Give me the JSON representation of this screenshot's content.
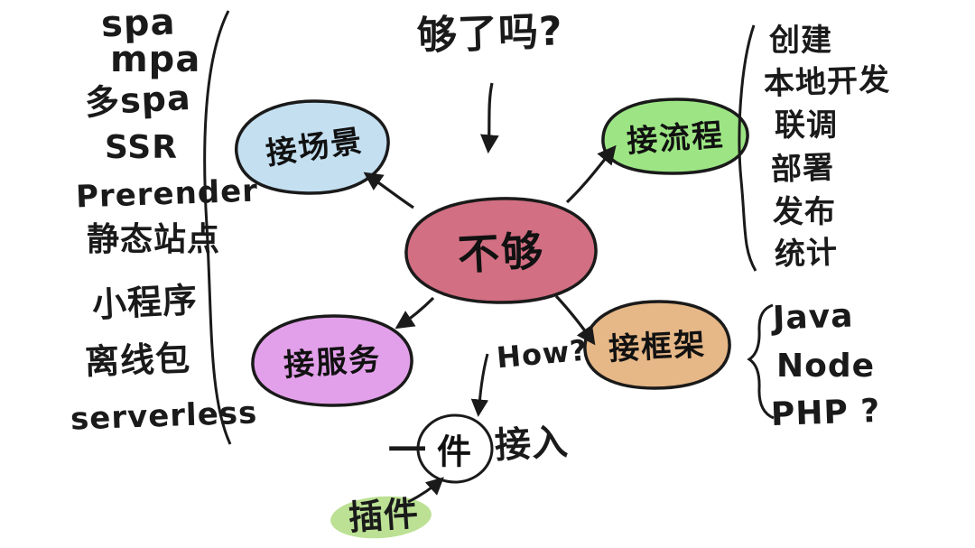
{
  "title": {
    "question": "够了吗?"
  },
  "center_node": {
    "label": "不够",
    "color": "#cd5f74"
  },
  "nodes": {
    "scenarios": {
      "label": "接场景",
      "color": "#b9d9ed"
    },
    "process": {
      "label": "接流程",
      "color": "#8ce06e"
    },
    "services": {
      "label": "接服务",
      "color": "#de8fe6"
    },
    "frameworks": {
      "label": "接框架",
      "color": "#e2aa72"
    }
  },
  "scenario_list": {
    "items": [
      "spa",
      "mpa",
      "多spa",
      "SSR",
      "Prerender",
      "静态站点",
      "小程序",
      "离线包",
      "serverless"
    ]
  },
  "process_list": {
    "items": [
      "创建",
      "本地开发",
      "联调",
      "部署",
      "发布",
      "统计"
    ]
  },
  "framework_list": {
    "items": [
      "Java",
      "Node",
      "PHP ?"
    ]
  },
  "how": {
    "label": "How?"
  },
  "one_click": {
    "prefix": "一",
    "circled": "件",
    "suffix": "接入"
  },
  "plugin": {
    "label": "插件",
    "highlight_color": "#abd97a"
  },
  "ink_color": "#1a1a1a"
}
